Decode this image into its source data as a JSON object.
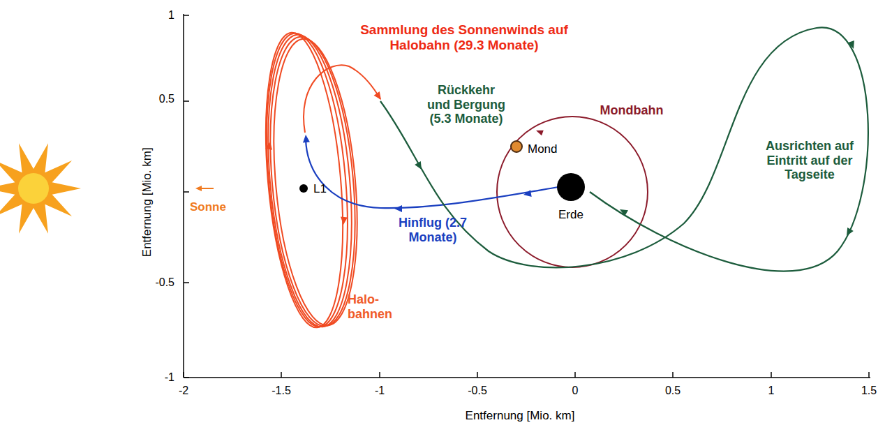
{
  "diagram": {
    "labels": [
      "1",
      "0.5",
      "-0.5",
      "-1",
      "-2",
      "-1.5",
      "-1",
      "-0.5",
      "0",
      "0.5",
      "1",
      "1.5",
      "Entfernung [Mio. km]",
      "Entfernung [Mio. km]",
      "Sammlung des Sonnenwinds auf Halobahn (29.3 Monate)",
      "Rückkehr und Bergung (5.3 Monate)",
      "Mondbahn",
      "Mond",
      "L1",
      "Erde",
      "Hinflug (2.7 Monate)",
      "Halo- bahnen",
      "Ausrichten auf Eintritt auf der Tagseite",
      "Sonne"
    ]
  }
}
